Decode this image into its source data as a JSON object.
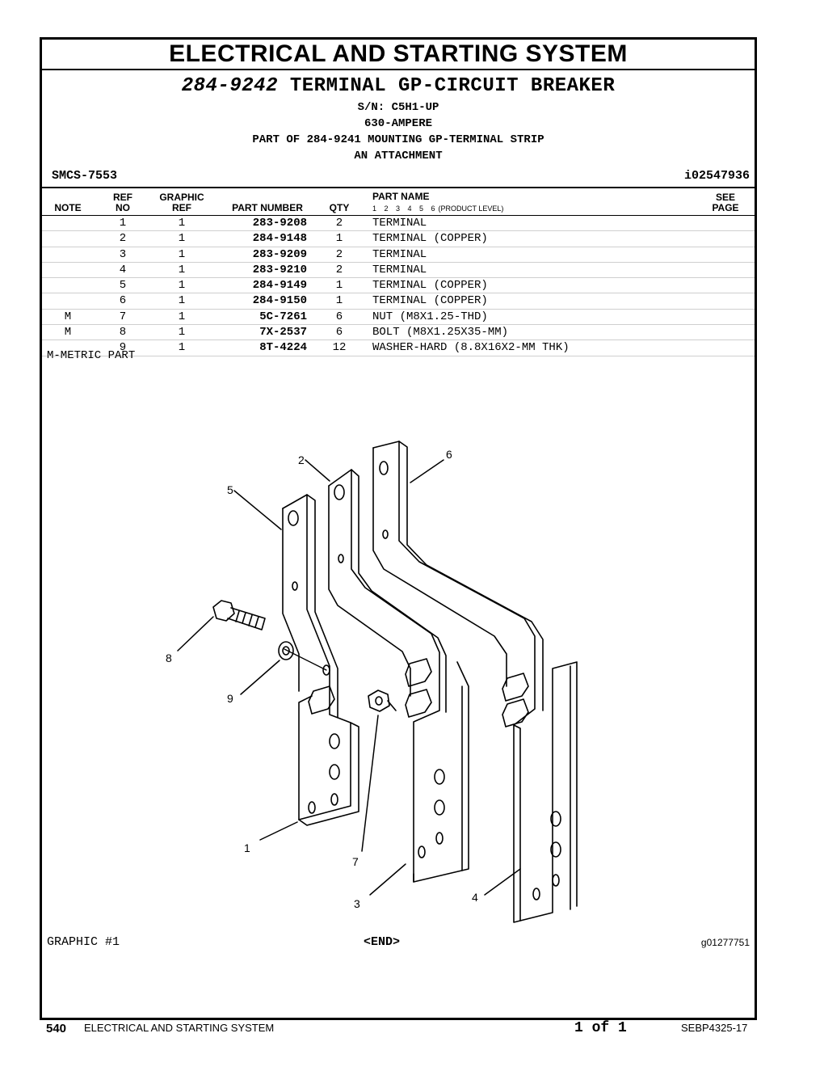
{
  "section_title": "ELECTRICAL AND STARTING SYSTEM",
  "group": {
    "part_number": "284-9242",
    "name": "TERMINAL GP-CIRCUIT BREAKER",
    "serial": "S/N: C5H1-UP",
    "rating": "630-AMPERE",
    "part_of": "PART OF 284-9241 MOUNTING GP-TERMINAL STRIP",
    "attachment": "AN ATTACHMENT"
  },
  "smcs": "SMCS-7553",
  "illustration_id": "i02547936",
  "table": {
    "headers": {
      "note": "NOTE",
      "ref_top": "REF",
      "ref_bottom": "NO",
      "graphic_top": "GRAPHIC",
      "graphic_bottom": "REF",
      "part_number": "PART NUMBER",
      "qty": "QTY",
      "part_name": "PART NAME",
      "levels": "1 2 3 4 5 6",
      "product_level": "(PRODUCT LEVEL)",
      "see_top": "SEE",
      "see_bottom": "PAGE"
    },
    "rows": [
      {
        "note": "",
        "ref": "1",
        "gref": "1",
        "pn": "283-9208",
        "qty": "2",
        "name": "TERMINAL"
      },
      {
        "note": "",
        "ref": "2",
        "gref": "1",
        "pn": "284-9148",
        "qty": "1",
        "name": "TERMINAL (COPPER)"
      },
      {
        "note": "",
        "ref": "3",
        "gref": "1",
        "pn": "283-9209",
        "qty": "2",
        "name": "TERMINAL"
      },
      {
        "note": "",
        "ref": "4",
        "gref": "1",
        "pn": "283-9210",
        "qty": "2",
        "name": "TERMINAL"
      },
      {
        "note": "",
        "ref": "5",
        "gref": "1",
        "pn": "284-9149",
        "qty": "1",
        "name": "TERMINAL (COPPER)"
      },
      {
        "note": "",
        "ref": "6",
        "gref": "1",
        "pn": "284-9150",
        "qty": "1",
        "name": "TERMINAL (COPPER)"
      },
      {
        "note": "M",
        "ref": "7",
        "gref": "1",
        "pn": "5C-7261",
        "qty": "6",
        "name": "NUT (M8X1.25-THD)"
      },
      {
        "note": "M",
        "ref": "8",
        "gref": "1",
        "pn": "7X-2537",
        "qty": "6",
        "name": "BOLT (M8X1.25X35-MM)"
      },
      {
        "note": "",
        "ref": "9",
        "gref": "1",
        "pn": "8T-4224",
        "qty": "12",
        "name": "WASHER-HARD (8.8X16X2-MM THK)"
      }
    ]
  },
  "metric_note": "M-METRIC PART",
  "callouts": [
    "1",
    "2",
    "3",
    "4",
    "5",
    "6",
    "7",
    "8",
    "9"
  ],
  "graphic_label": "GRAPHIC #1",
  "end_marker": "<END>",
  "graphic_number": "g01277751",
  "footer": {
    "page": "540",
    "section": "ELECTRICAL AND STARTING SYSTEM",
    "page_of": "1 of 1",
    "doc": "SEBP4325-17"
  }
}
